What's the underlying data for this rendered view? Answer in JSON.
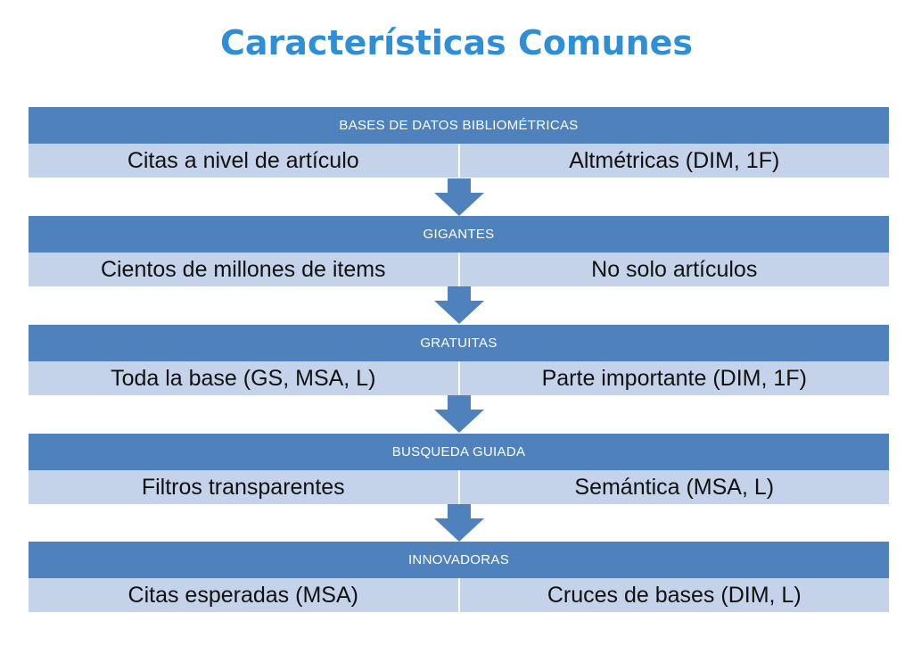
{
  "title": "Características Comunes",
  "colors": {
    "title": "#2e8fd6",
    "header": "#4f81bd",
    "cell": "#c5d3ea",
    "arrow": "#4f81bd"
  },
  "blocks": [
    {
      "header": "BASES DE DATOS BIBLIOMÉTRICAS",
      "left": "Citas a nivel de artículo",
      "right": "Altmétricas (DIM, 1F)"
    },
    {
      "header": "GIGANTES",
      "left": "Cientos de millones de items",
      "right": "No solo artículos"
    },
    {
      "header": "GRATUITAS",
      "left": "Toda la base (GS, MSA, L)",
      "right": "Parte importante (DIM, 1F)"
    },
    {
      "header": "BUSQUEDA GUIADA",
      "left": "Filtros transparentes",
      "right": "Semántica (MSA, L)"
    },
    {
      "header": "INNOVADORAS",
      "left": "Citas esperadas (MSA)",
      "right": "Cruces de bases (DIM, L)"
    }
  ]
}
